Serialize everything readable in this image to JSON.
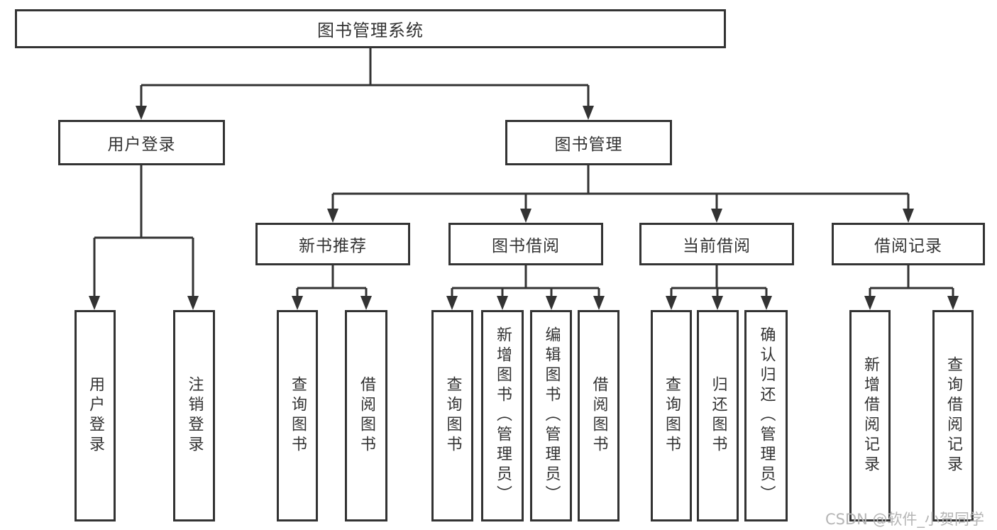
{
  "colors": {
    "line": "#333333",
    "text": "#333333",
    "background": "#ffffff",
    "watermark": "#b5b5b5"
  },
  "watermark": {
    "text": "CSDN @软件_小贺同学"
  },
  "tree": {
    "root": {
      "label": "图书管理系统"
    },
    "branches": [
      {
        "label": "用户登录",
        "children": [
          {
            "label": "用户登录"
          },
          {
            "label": "注销登录"
          }
        ]
      },
      {
        "label": "图书管理",
        "children": [
          {
            "label": "新书推荐",
            "children": [
              {
                "label": "查询图书"
              },
              {
                "label": "借阅图书"
              }
            ]
          },
          {
            "label": "图书借阅",
            "children": [
              {
                "label": "查询图书"
              },
              {
                "label": "新增图书（管理员）"
              },
              {
                "label": "编辑图书（管理员）"
              },
              {
                "label": "借阅图书"
              }
            ]
          },
          {
            "label": "当前借阅",
            "children": [
              {
                "label": "查询图书"
              },
              {
                "label": "归还图书"
              },
              {
                "label": "确认归还（管理员）"
              }
            ]
          },
          {
            "label": "借阅记录",
            "children": [
              {
                "label": "新增借阅记录"
              },
              {
                "label": "查询借阅记录"
              }
            ]
          }
        ]
      }
    ]
  }
}
